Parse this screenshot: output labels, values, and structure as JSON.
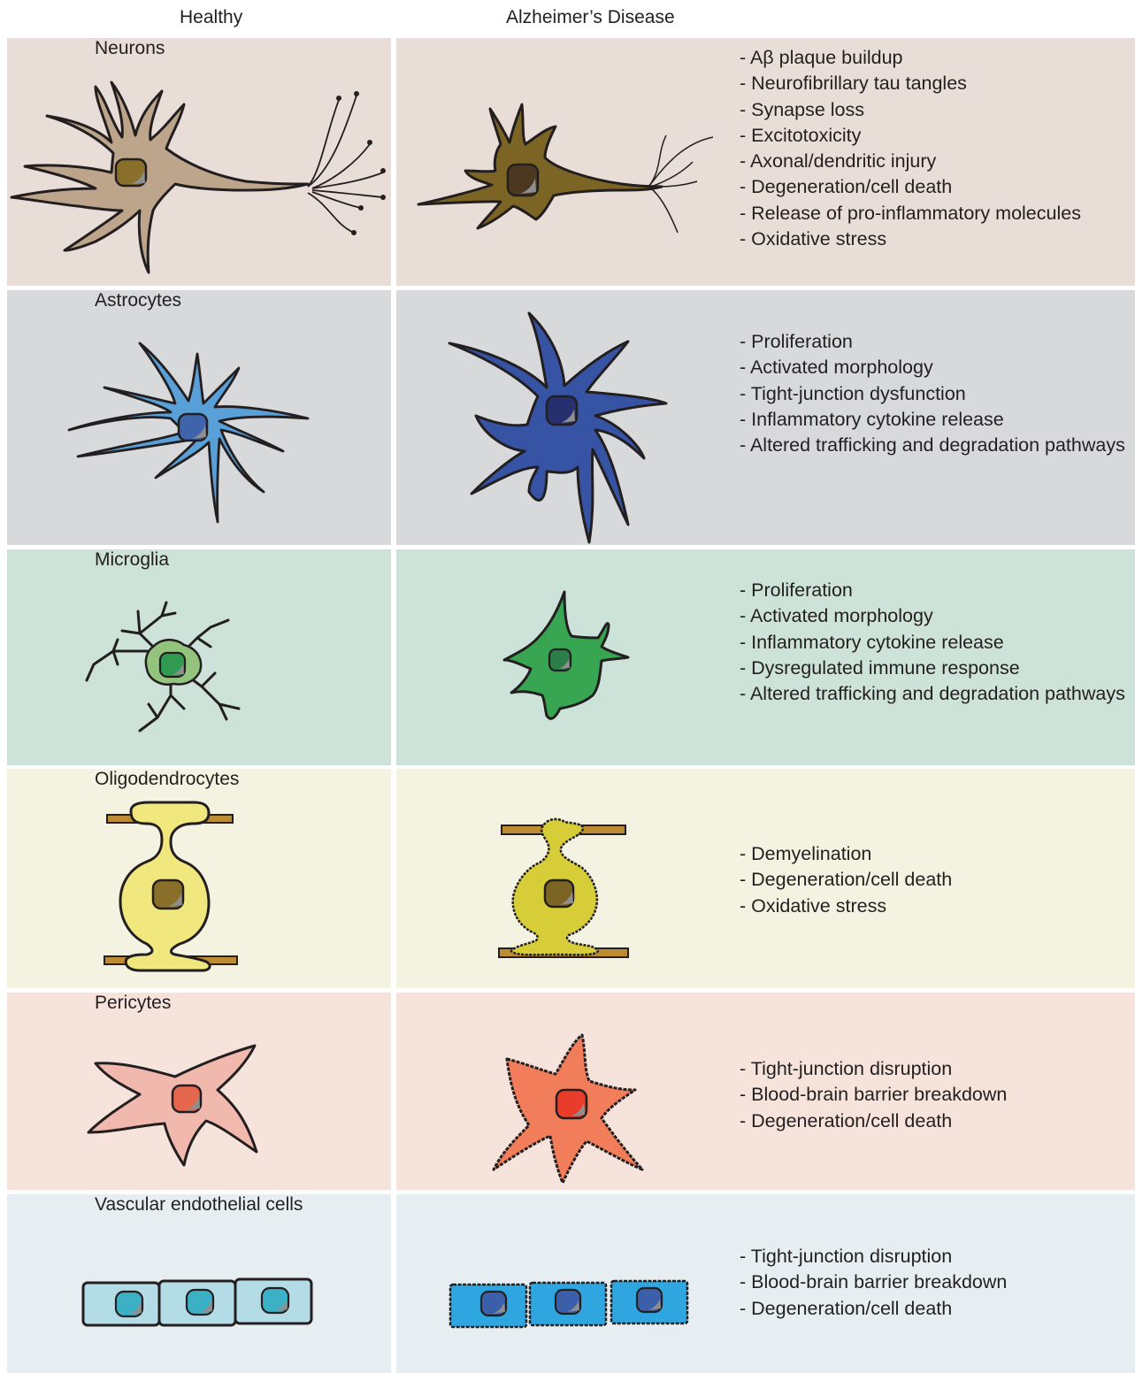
{
  "headers": {
    "healthy": "Healthy",
    "disease": "Alzheimer’s Disease"
  },
  "rows": [
    {
      "title": "Neurons",
      "color": "#e9ddd7",
      "effects": [
        "- Aβ plaque buildup",
        "- Neurofibrillary tau tangles",
        "- Synapse loss",
        "- Excitotoxicity",
        "- Axonal/dendritic injury",
        "- Degeneration/cell death",
        "- Release of pro-inflammatory molecules",
        "- Oxidative stress"
      ]
    },
    {
      "title": "Astrocytes",
      "color": "#d8d9db",
      "effects": [
        "- Proliferation",
        "- Activated morphology",
        "- Tight-junction dysfunction",
        "- Inflammatory cytokine release",
        "- Altered trafficking and degradation pathways"
      ]
    },
    {
      "title": "Microglia",
      "color": "#cde3d9",
      "effects": [
        "- Proliferation",
        "- Activated morphology",
        "- Inflammatory cytokine release",
        "- Dysregulated immune response",
        "- Altered trafficking and degradation pathways"
      ]
    },
    {
      "title": "Oligodendrocytes",
      "color": "#f4f2e0",
      "effects": [
        "- Demyelination",
        "- Degeneration/cell death",
        "- Oxidative stress"
      ]
    },
    {
      "title": "Pericytes",
      "color": "#f6e3db",
      "effects": [
        "- Tight-junction disruption",
        "- Blood-brain barrier breakdown",
        "- Degeneration/cell death"
      ]
    },
    {
      "title": "Vascular endothelial cells",
      "color": "#e6eef1",
      "effects": [
        "- Tight-junction disruption",
        "- Blood-brain barrier breakdown",
        "- Degeneration/cell death"
      ]
    }
  ]
}
